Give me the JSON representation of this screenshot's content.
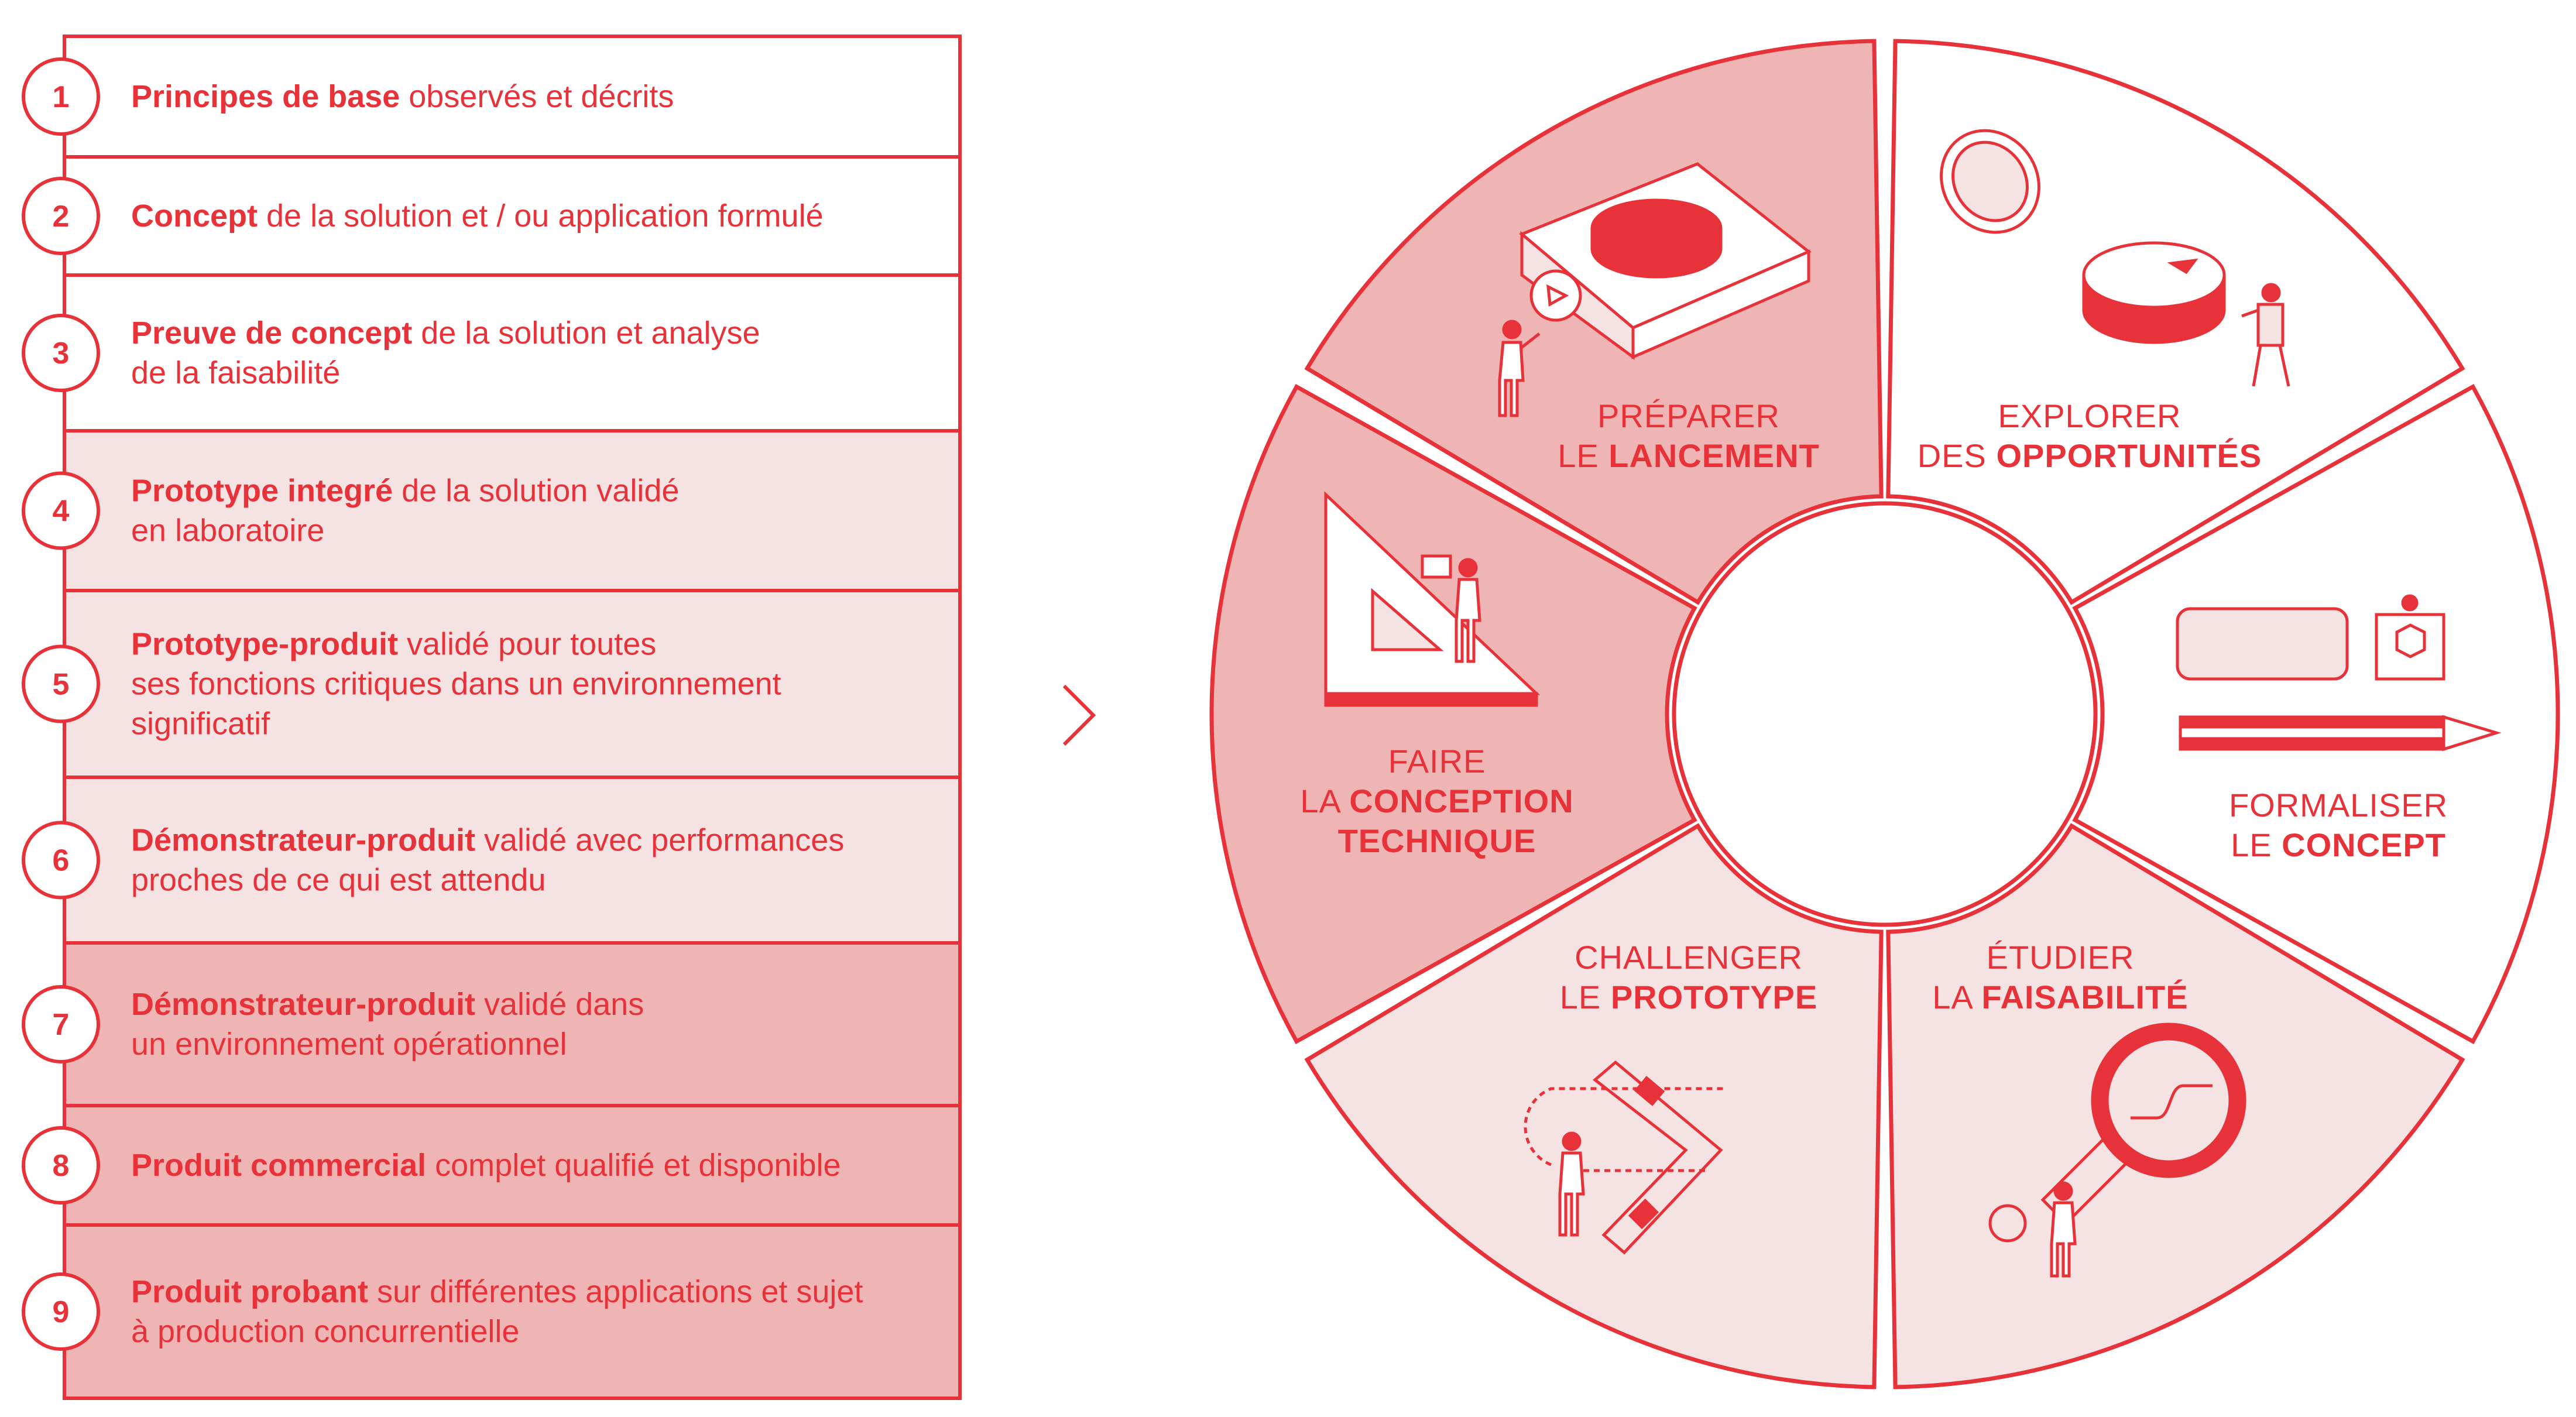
{
  "colors": {
    "accent": "#e8323a",
    "pale": "#f4e3e2",
    "medium": "#efb5b4",
    "white": "#ffffff"
  },
  "levels": [
    {
      "num": "1",
      "bold": "Principes de base",
      "lines": [
        " observés et décrits"
      ],
      "shade": "white"
    },
    {
      "num": "2",
      "bold": "Concept",
      "lines": [
        " de la solution et / ou application formulé"
      ],
      "shade": "white"
    },
    {
      "num": "3",
      "bold": "Preuve de concept",
      "lines": [
        " de la solution et analyse",
        "de la faisabilité"
      ],
      "shade": "white"
    },
    {
      "num": "4",
      "bold": "Prototype integré",
      "lines": [
        " de la solution validé",
        "en laboratoire"
      ],
      "shade": "pale"
    },
    {
      "num": "5",
      "bold": "Prototype-produit",
      "lines": [
        " validé pour toutes",
        "ses fonctions critiques dans un environnement",
        "significatif"
      ],
      "shade": "pale"
    },
    {
      "num": "6",
      "bold": "Démonstrateur-produit",
      "lines": [
        " validé avec performances",
        "proches de ce qui est attendu"
      ],
      "shade": "pale"
    },
    {
      "num": "7",
      "bold": "Démonstrateur-produit",
      "lines": [
        " validé dans",
        "un environnement opérationnel"
      ],
      "shade": "medium"
    },
    {
      "num": "8",
      "bold": "Produit commercial",
      "lines": [
        " complet qualifié et disponible"
      ],
      "shade": "medium"
    },
    {
      "num": "9",
      "bold": "Produit probant",
      "lines": [
        " sur différentes applications et sujet",
        "à production concurrentielle"
      ],
      "shade": "medium"
    }
  ],
  "wheel": {
    "segments": [
      {
        "key": "preparer",
        "line1": "PRÉPARER",
        "line2_prefix": "LE ",
        "line2_bold": "LANCEMENT",
        "line3_bold": "",
        "icon": "puzzle-box-icon",
        "shade": "medium"
      },
      {
        "key": "explorer",
        "line1": "EXPLORER",
        "line2_prefix": "DES ",
        "line2_bold": "OPPORTUNITÉS",
        "line3_bold": "",
        "icon": "compass-icon",
        "shade": "white"
      },
      {
        "key": "formaliser",
        "line1": "FORMALISER",
        "line2_prefix": "LE ",
        "line2_bold": "CONCEPT",
        "line3_bold": "",
        "icon": "pencil-eraser-icon",
        "shade": "white"
      },
      {
        "key": "etudier",
        "line1": "ÉTUDIER",
        "line2_prefix": "LA ",
        "line2_bold": "FAISABILITÉ",
        "line3_bold": "",
        "icon": "magnifier-icon",
        "shade": "pale"
      },
      {
        "key": "challenger",
        "line1": "CHALLENGER",
        "line2_prefix": "LE ",
        "line2_bold": "PROTOTYPE",
        "line3_bold": "",
        "icon": "boomerang-icon",
        "shade": "pale"
      },
      {
        "key": "faire",
        "line1": "FAIRE",
        "line2_prefix": "LA ",
        "line2_bold": "CONCEPTION",
        "line3_bold": "TECHNIQUE",
        "icon": "set-square-icon",
        "shade": "medium"
      }
    ]
  },
  "arrow_icon": "chevron-right-icon"
}
